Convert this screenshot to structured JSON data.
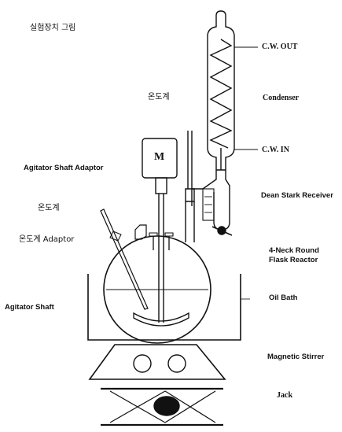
{
  "title": "실험장치 그림",
  "motor_symbol": "M",
  "labels_left": {
    "thermometer_top": "온도계",
    "agitator_shaft_adaptor": "Agitator Shaft Adaptor",
    "thermometer_mid": "온도계",
    "thermometer_adaptor": "온도계 Adaptor",
    "agitator_shaft": "Agitator Shaft"
  },
  "labels_right": {
    "cw_out": "C.W. OUT",
    "condenser": "Condenser",
    "cw_in": "C.W. IN",
    "dean_stark": "Dean Stark Receiver",
    "flask_line1": "4-Neck Round",
    "flask_line2": "Flask Reactor",
    "oil_bath": "Oil Bath",
    "magnetic_stirrer": "Magnetic Stirrer",
    "jack": "Jack"
  },
  "colors": {
    "stroke": "#111111",
    "background": "#ffffff"
  }
}
